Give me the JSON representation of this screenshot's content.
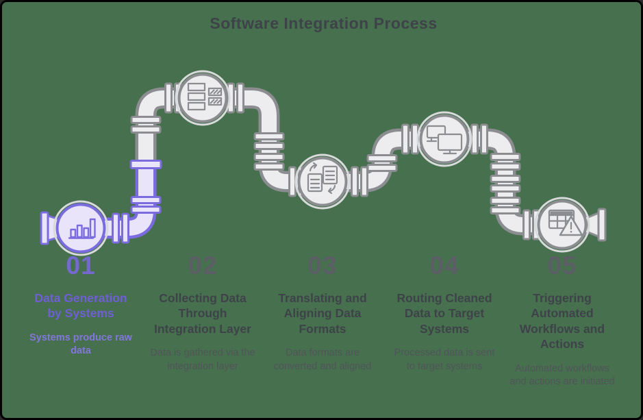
{
  "title": "Software Integration Process",
  "colors": {
    "background": "#47704E",
    "accent_purple": "#7A6BDF",
    "accent_purple_fill": "#E9E4FA",
    "pipe_gray": "#8B8D91",
    "pipe_gray_fill": "#EDECEE",
    "title_text": "#3E4249",
    "body_text": "#51545A"
  },
  "steps": [
    {
      "number": "01",
      "title": "Data Generation by Systems",
      "description": "Systems produce raw data",
      "icon": "bar-chart",
      "highlighted": true
    },
    {
      "number": "02",
      "title": "Collecting Data Through Integration Layer",
      "description": "Data is gathered via the integration layer",
      "icon": "layers",
      "highlighted": false
    },
    {
      "number": "03",
      "title": "Translating and Aligning Data Formats",
      "description": "Data formats are converted and aligned",
      "icon": "document-sync",
      "highlighted": false
    },
    {
      "number": "04",
      "title": "Routing Cleaned Data to Target Systems",
      "description": "Processed data is sent to target systems",
      "icon": "monitors",
      "highlighted": false
    },
    {
      "number": "05",
      "title": "Triggering Automated Workflows and Actions",
      "description": "Automated workflows and actions are initiated",
      "icon": "table-warning",
      "highlighted": false
    }
  ]
}
